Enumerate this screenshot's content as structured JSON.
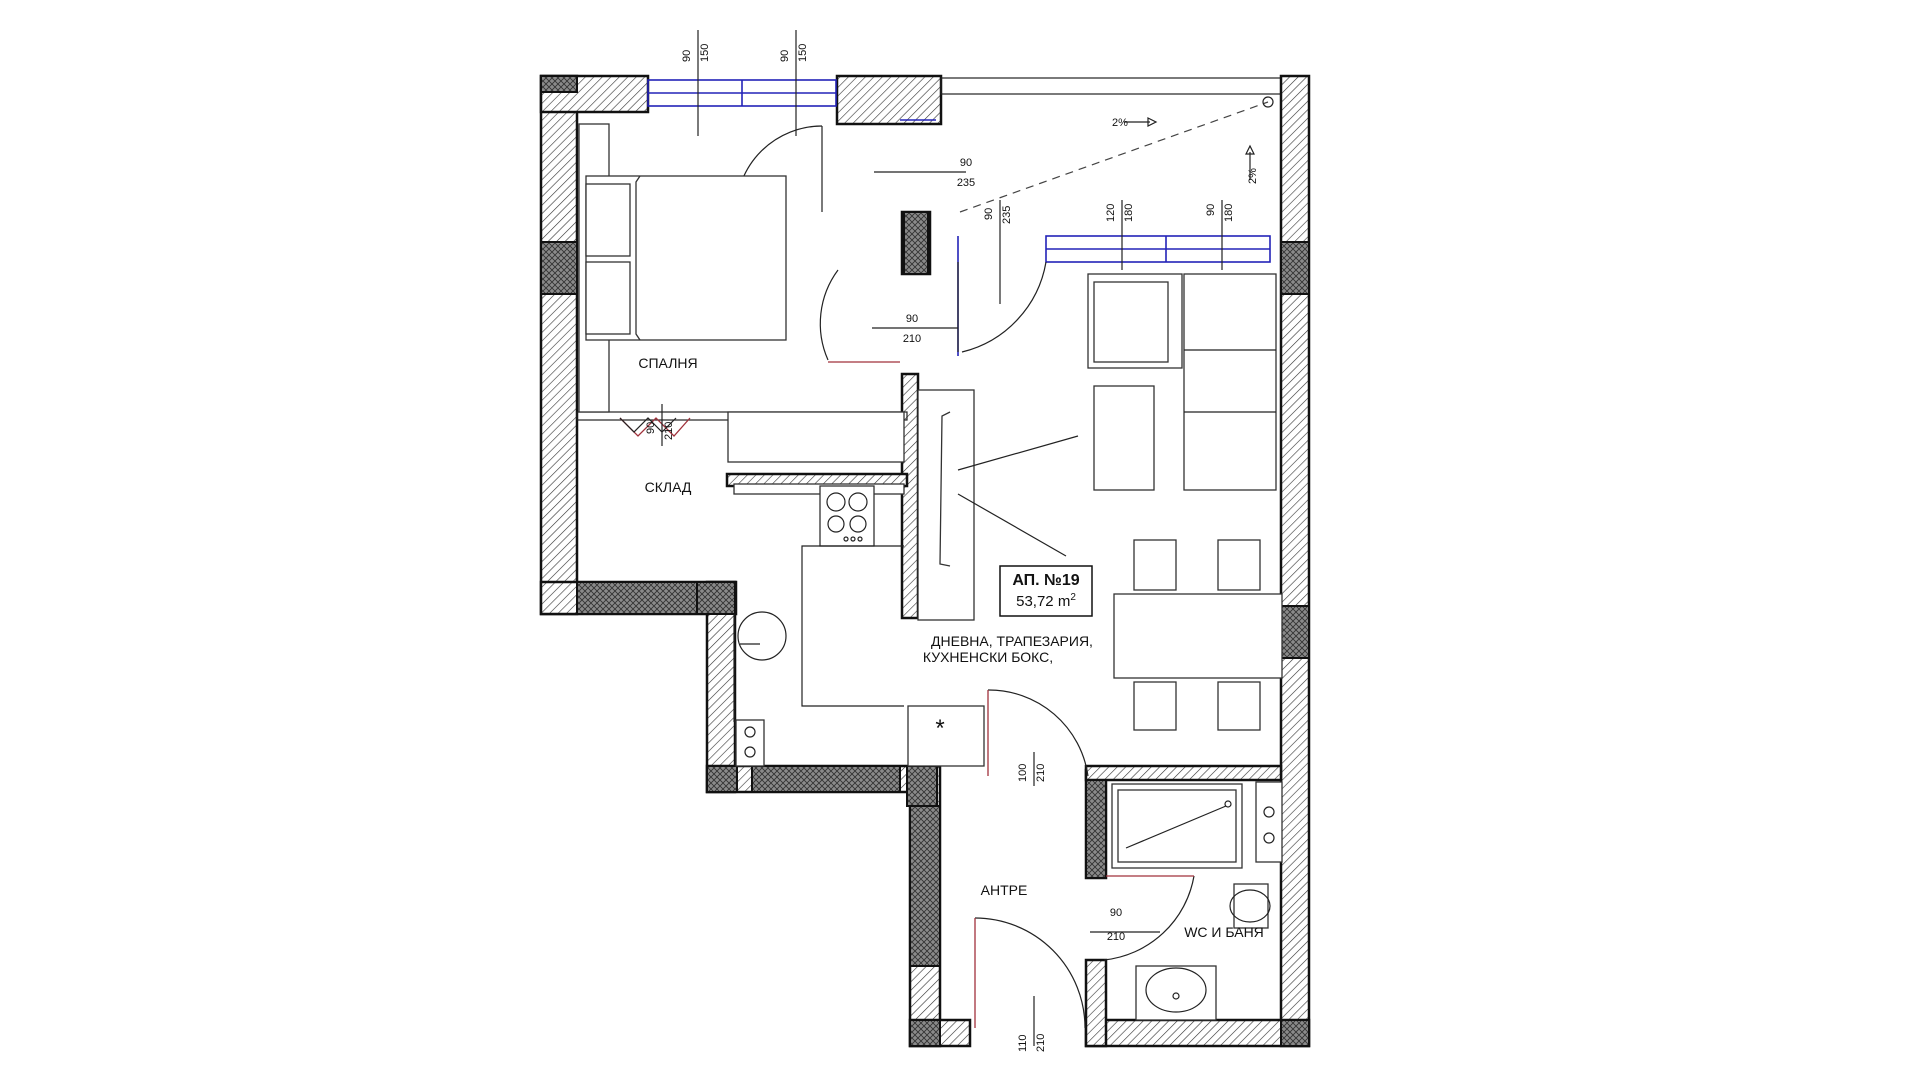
{
  "apartment": {
    "title": "АП. №19",
    "area_value": "53,72 m",
    "area_unit_sup": "2"
  },
  "rooms": {
    "bedroom": "СПАЛНЯ",
    "storage": "СКЛАД",
    "living_line1": "ДНЕВНА, ТРАПЕЗАРИЯ,",
    "living_line2": "КУХНЕНСКИ БОКС,",
    "hall": "АНТРЕ",
    "bath": "WC И БАНЯ"
  },
  "dimensions": {
    "win1_w": "90",
    "win1_h": "150",
    "win2_w": "90",
    "win2_h": "150",
    "terrace_door_w": "90",
    "terrace_door_h": "235",
    "terrace_door2_w": "90",
    "terrace_door2_h": "235",
    "win3_w": "120",
    "win3_h": "180",
    "win4_w": "90",
    "win4_h": "180",
    "bedroom_door_w": "90",
    "bedroom_door_h": "210",
    "storage_door_w": "90",
    "storage_door_h": "210",
    "living_door_w": "100",
    "living_door_h": "210",
    "bath_door_w": "90",
    "bath_door_h": "210",
    "entry_door_w": "110",
    "entry_door_h": "210"
  },
  "slopes": {
    "slope1": "2%",
    "slope2": "2%"
  },
  "markers": {
    "appliance_star": "*"
  },
  "colors": {
    "walls": "#111111",
    "windows": "#2323b8",
    "door_jambs": "#a0313b"
  }
}
